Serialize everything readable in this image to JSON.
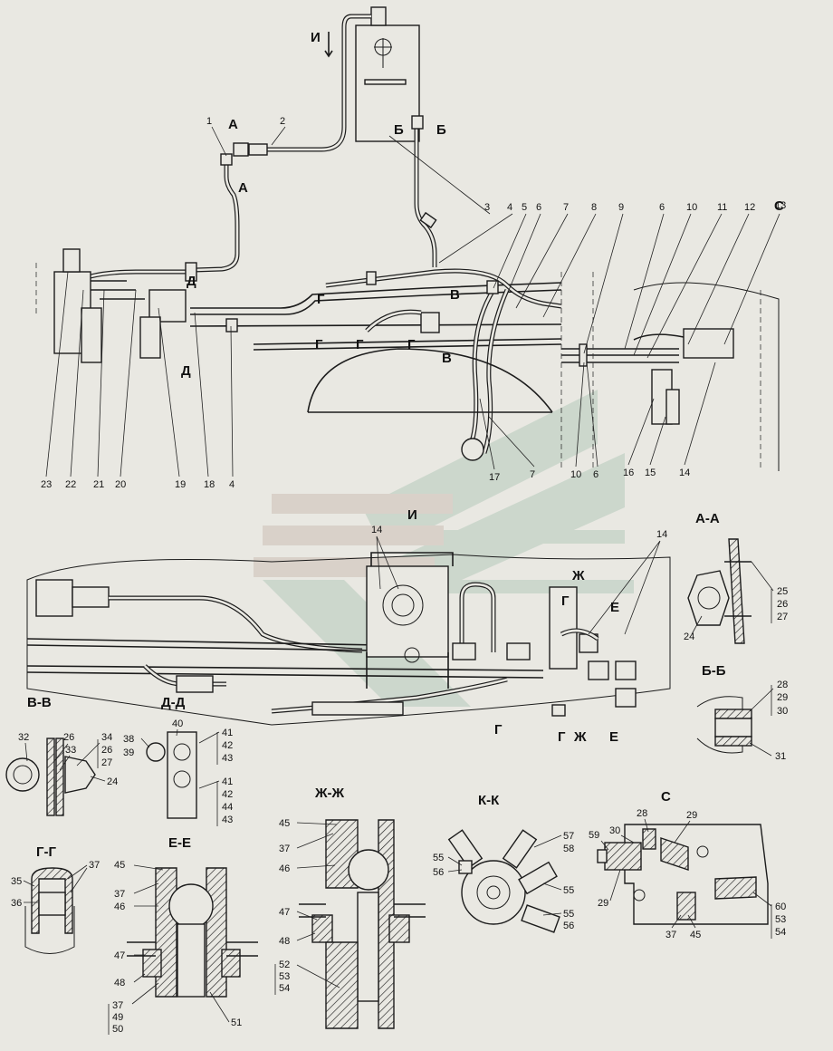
{
  "view_labels": {
    "sec_aa": "А-А",
    "sec_bb": "Б-Б",
    "sec_vv": "В-В",
    "sec_dd": "Д-Д",
    "sec_zh": "Ж-Ж",
    "sec_kk": "К-К",
    "sec_gg": "Г-Г",
    "sec_ee": "Е-Е",
    "view_c": "С",
    "view_i": "И"
  },
  "cut_letters": {
    "a": "А",
    "b": "Б",
    "v": "В",
    "g": "Г",
    "d": "Д",
    "e": "Е",
    "zh": "Ж",
    "i": "И"
  },
  "callouts_main": [
    "1",
    "2",
    "3",
    "4",
    "5",
    "6",
    "7",
    "8",
    "9",
    "6",
    "10",
    "11",
    "12",
    "13",
    "С",
    "23",
    "22",
    "21",
    "20",
    "19",
    "18",
    "4",
    "17",
    "7",
    "10",
    "6",
    "16",
    "15",
    "14"
  ],
  "callouts_view_i": [
    "14",
    "14"
  ],
  "callouts_aa": [
    "25",
    "26",
    "27",
    "24"
  ],
  "callouts_bb": [
    "28",
    "29",
    "30",
    "31"
  ],
  "callouts_vv": [
    "32",
    "26",
    "33",
    "34",
    "26",
    "27",
    "24"
  ],
  "callouts_dd": [
    "40",
    "38",
    "39",
    "41",
    "42",
    "43",
    "41",
    "42",
    "44",
    "43"
  ],
  "callouts_zh": [
    "45",
    "37",
    "46",
    "47",
    "48",
    "52",
    "53",
    "54"
  ],
  "callouts_kk": [
    "57",
    "58",
    "55",
    "56",
    "55",
    "55",
    "56"
  ],
  "callouts_c": [
    "59",
    "30",
    "28",
    "29",
    "29",
    "37",
    "45",
    "60",
    "53",
    "54"
  ],
  "callouts_gg": [
    "35",
    "36",
    "37"
  ],
  "callouts_ee": [
    "45",
    "37",
    "46",
    "47",
    "48",
    "37",
    "49",
    "50",
    "51"
  ]
}
